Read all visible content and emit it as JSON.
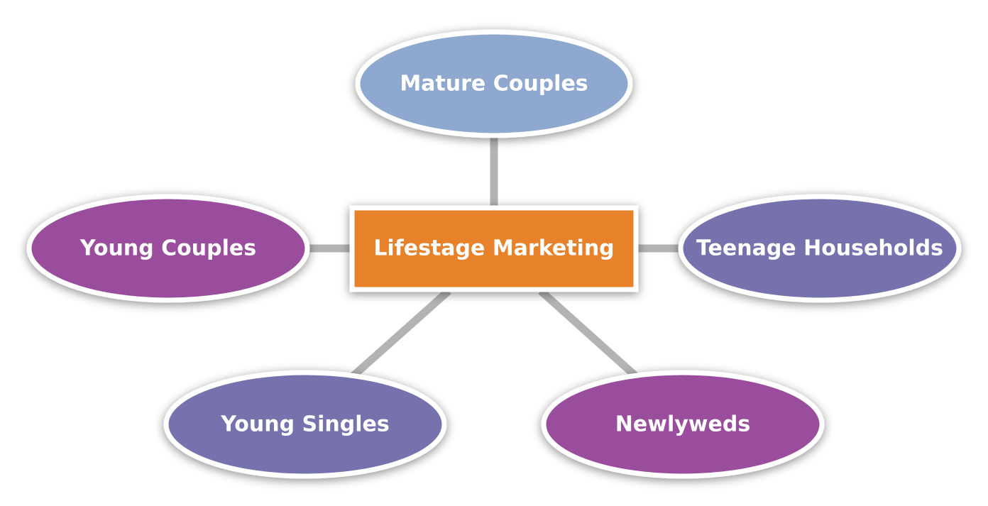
{
  "center": {
    "label": "Lifestage Marketing",
    "color": "#E8822A"
  },
  "nodes": [
    {
      "id": "mature-couples",
      "label": "Mature Couples",
      "color": "#8FA8D0"
    },
    {
      "id": "young-couples",
      "label": "Young Couples",
      "color": "#9A4E9C"
    },
    {
      "id": "teenage-households",
      "label": "Teenage Households",
      "color": "#7672AE"
    },
    {
      "id": "young-singles",
      "label": "Young Singles",
      "color": "#7672AE"
    },
    {
      "id": "newlyweds",
      "label": "Newlyweds",
      "color": "#9A4E9C"
    }
  ],
  "connector_color": "#B3B3B3"
}
